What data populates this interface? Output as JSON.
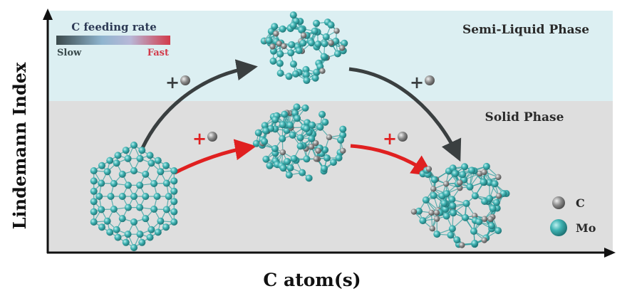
{
  "figure": {
    "y_axis_label": "Lindemann Index",
    "x_axis_label": "C atom(s)",
    "phases": {
      "semi_liquid": "Semi-Liquid Phase",
      "solid": "Solid Phase"
    },
    "feeding_rate_legend": {
      "title": "C feeding rate",
      "slow": "Slow",
      "fast": "Fast",
      "gradient_colors": [
        "#3b4a4c",
        "#8fb5cf",
        "#b8b8d8",
        "#d23a4a"
      ]
    },
    "atom_legend": [
      {
        "symbol": "C",
        "color": "#8c8c8c"
      },
      {
        "symbol": "Mo",
        "color": "#3fb2b2"
      }
    ],
    "colors": {
      "semi_liquid_band": "#dceff2",
      "solid_band": "#dedede",
      "slow_arrow": "#3a3f40",
      "fast_arrow": "#e02020",
      "mo_atom": "#3fb2b2",
      "c_atom": "#8c8c8c",
      "bond": "#2f9e9e"
    },
    "arrow_markers": {
      "slow_plus": "+",
      "fast_plus": "+"
    }
  }
}
